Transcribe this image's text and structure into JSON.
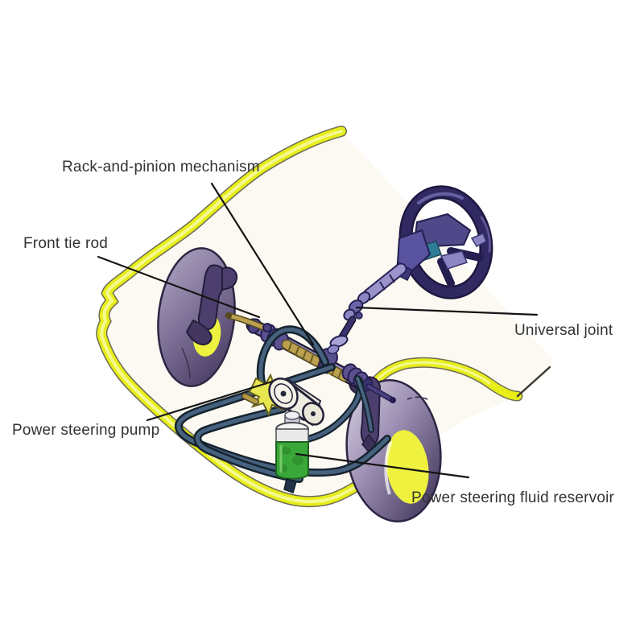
{
  "diagram": {
    "type": "labeled-illustration",
    "labels": [
      {
        "id": "rack",
        "text": "Rack-and-pinion mechanism"
      },
      {
        "id": "tie_rod",
        "text": "Front tie rod"
      },
      {
        "id": "universal",
        "text": "Universal joint"
      },
      {
        "id": "pump",
        "text": "Power steering pump"
      },
      {
        "id": "reservoir",
        "text": "Power steering fluid reservoir"
      }
    ],
    "colors": {
      "body_yellow": "#e7ee18",
      "body_yellow_light": "#f6faa0",
      "tire_purple_dark": "#4e4168",
      "tire_purple_light": "#b3a8c6",
      "hub_yellow": "#eef23e",
      "steering_wheel_indigo": "#312a62",
      "hose_navy": "#16232f",
      "hose_highlight": "#46627f",
      "reservoir_green": "#3aa838",
      "tie_rod_tan": "#bba14f",
      "leader_line": "#141414",
      "label_text": "#333333"
    }
  }
}
